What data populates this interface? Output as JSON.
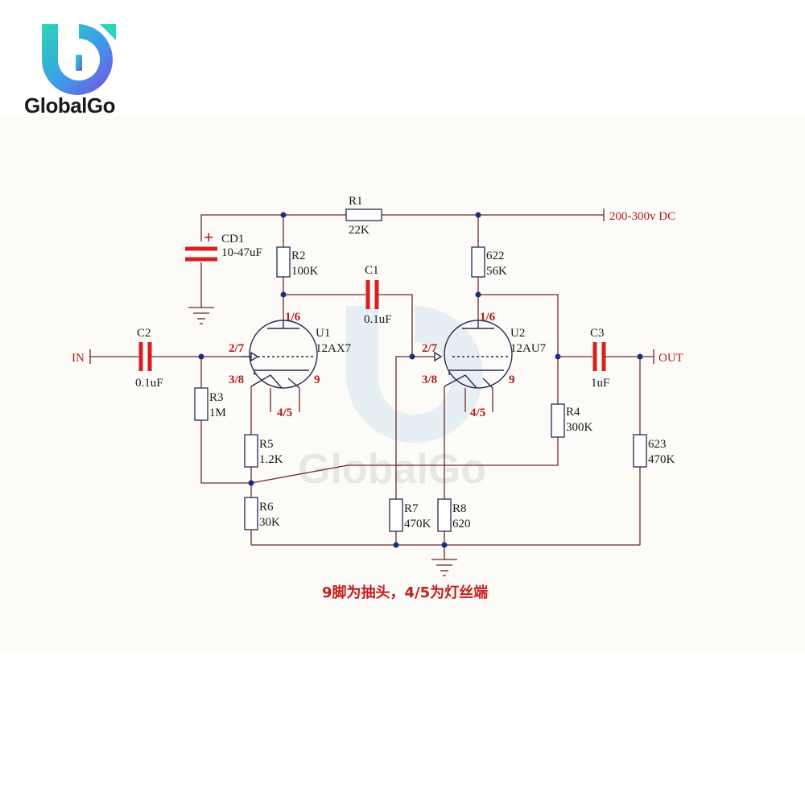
{
  "brand": {
    "name": "GlobalGo",
    "watermark": "GlobalGo"
  },
  "labels": {
    "r1_name": "R1",
    "r1_value": "22K",
    "supply": "200-300v DC",
    "cd1_plus": "+",
    "cd1_name": "CD1",
    "cd1_value": "10-47uF",
    "r2_name": "R2",
    "r2_value": "100K",
    "c1_name": "C1",
    "c1_value": "0.1uF",
    "r622_name": "622",
    "r622_value": "56K",
    "u1_name": "U1",
    "u1_type": "12AX7",
    "u2_name": "U2",
    "u2_type": "12AU7",
    "in_label": "IN",
    "c2_name": "C2",
    "c2_value": "0.1uF",
    "c3_name": "C3",
    "c3_value": "1uF",
    "out_label": "OUT",
    "r3_name": "R3",
    "r3_value": "1M",
    "r4_name": "R4",
    "r4_value": "300K",
    "r5_name": "R5",
    "r5_value": "1.2K",
    "r6_name": "R6",
    "r6_value": "30K",
    "r7_name": "R7",
    "r7_value": "470K",
    "r8_name": "R8",
    "r8_value": "620",
    "r623_name": "623",
    "r623_value": "470K",
    "u1_pin_plate": "1/6",
    "u1_pin_grid": "2/7",
    "u1_pin_cathode": "3/8",
    "u1_pin_tap": "9",
    "u1_pin_heater": "4/5",
    "u2_pin_plate": "1/6",
    "u2_pin_grid": "2/7",
    "u2_pin_cathode": "3/8",
    "u2_pin_tap": "9",
    "u2_pin_heater": "4/5"
  },
  "note": "9脚为抽头，4/5为灯丝端",
  "colors": {
    "wire": "#6e2a2a",
    "capacitor": "#d81e1e",
    "junction": "#1e2a80",
    "pin_label": "#b01c1c"
  }
}
